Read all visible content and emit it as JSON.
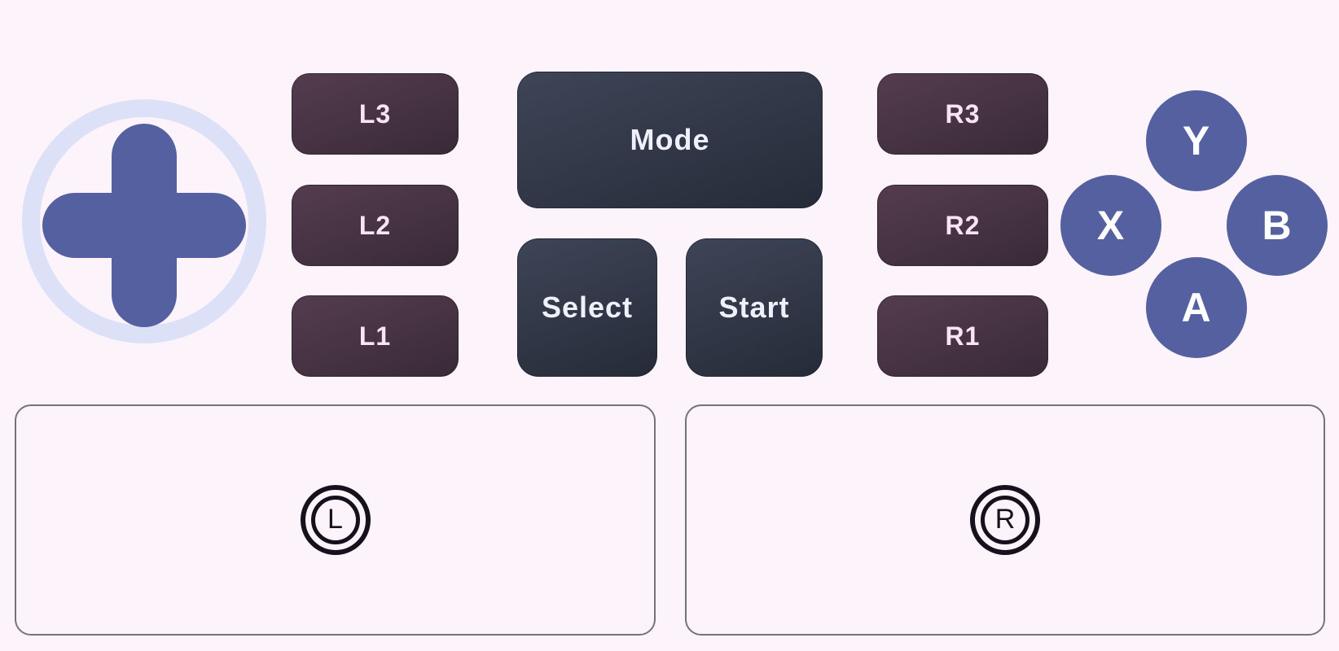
{
  "colors": {
    "background": "#fdf4fb",
    "dpad": "#5560a0",
    "dpad_ring": "#dce1f7",
    "plum_top": "#543c4f",
    "plum_bottom": "#392a37",
    "dark_top": "#3e4557",
    "dark_bottom": "#262b38",
    "face_button": "#5560a1",
    "plum_text": "#f8e4f2",
    "dark_text": "#eef0fa",
    "face_text": "#ffffff",
    "panel_border": "#76727c",
    "stick_icon": "#17111d"
  },
  "buttons": {
    "l3": "L3",
    "l2": "L2",
    "l1": "L1",
    "mode": "Mode",
    "select": "Select",
    "start": "Start",
    "r3": "R3",
    "r2": "R2",
    "r1": "R1",
    "y": "Y",
    "x": "X",
    "b": "B",
    "a": "A"
  },
  "sticks": {
    "left": {
      "symbol": "L"
    },
    "right": {
      "symbol": "R"
    }
  }
}
